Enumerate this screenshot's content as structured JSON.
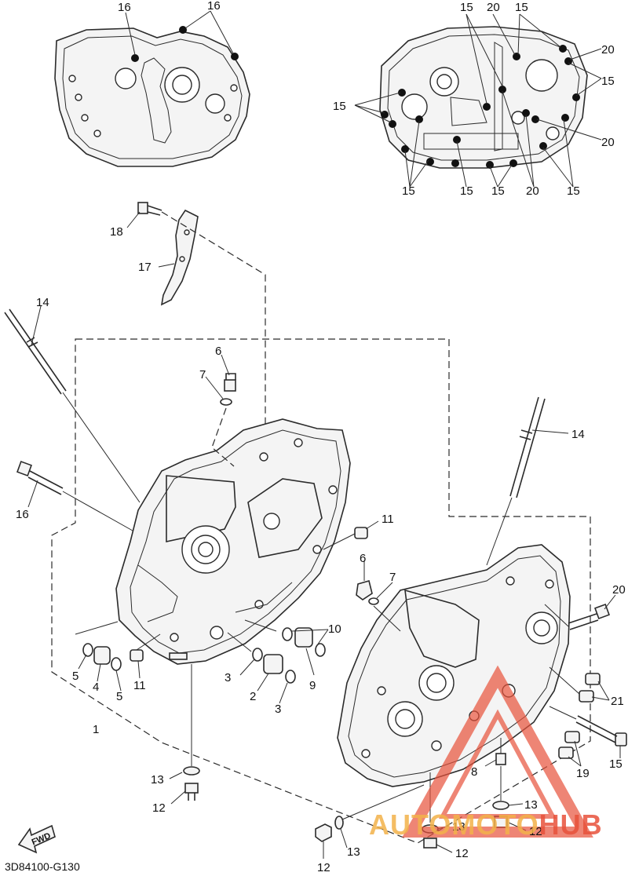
{
  "figure_code": "3D84100-G130",
  "fwd_label": "FWD",
  "watermark": {
    "part1": "AUTOMOTO",
    "part2": "HUB",
    "color1": "#f3b24a",
    "color2": "#e8523b"
  },
  "callouts": {
    "c1": "1",
    "c2": "2",
    "c3a": "3",
    "c3b": "3",
    "c4": "4",
    "c5a": "5",
    "c5b": "5",
    "c6a": "6",
    "c6b": "6",
    "c7a": "7",
    "c7b": "7",
    "c8": "8",
    "c9": "9",
    "c10": "10",
    "c11a": "11",
    "c11b": "11",
    "c12a": "12",
    "c12b": "12",
    "c12c": "12",
    "c12d": "12",
    "c13a": "13",
    "c13b": "13",
    "c13c": "13",
    "c13d": "13",
    "c14a": "14",
    "c14b": "14",
    "c15a": "15",
    "c15b": "15",
    "c15c": "15",
    "c15d": "15",
    "c15e": "15",
    "c15f": "15",
    "c15g": "15",
    "c15h": "15",
    "c15i": "15",
    "c16a": "16",
    "c16b": "16",
    "c16c": "16",
    "c17": "17",
    "c18": "18",
    "c19": "19",
    "c20a": "20",
    "c20b": "20",
    "c20c": "20",
    "c20d": "20",
    "c20e": "20",
    "c21": "21"
  }
}
